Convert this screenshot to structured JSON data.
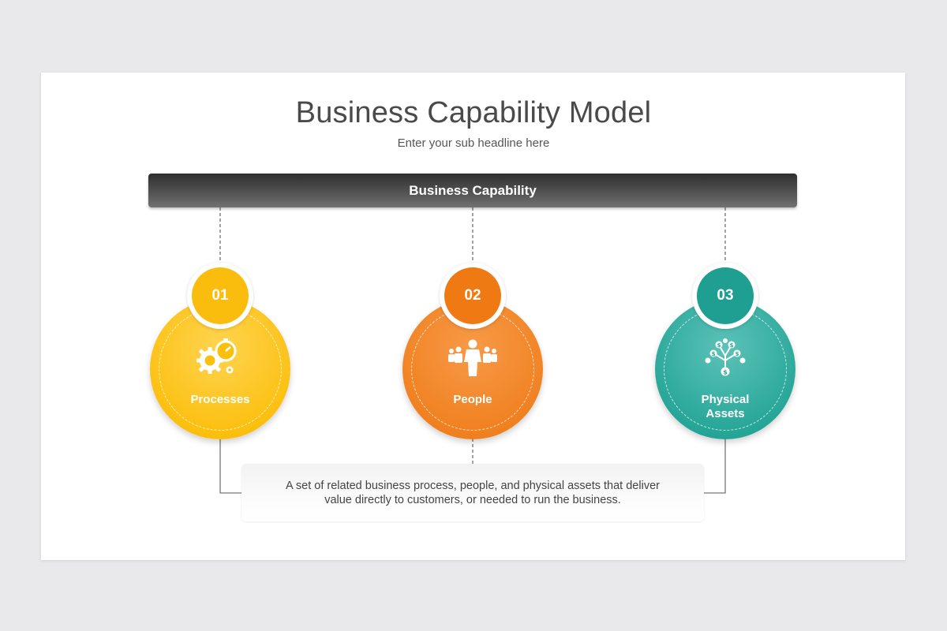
{
  "slide": {
    "title": "Business Capability Model",
    "subtitle": "Enter your sub headline here",
    "bar_label": "Business Capability",
    "description": "A set of related business process, people, and physical assets that deliver value directly to customers, or needed to run the business."
  },
  "capabilities": [
    {
      "number": "01",
      "label": "Processes",
      "icon": "gears-stopwatch-icon",
      "color": "#fbbf0e"
    },
    {
      "number": "02",
      "label": "People",
      "icon": "people-group-icon",
      "color": "#f0801f"
    },
    {
      "number": "03",
      "label": "Physical Assets",
      "label_lines": [
        "Physical",
        "Assets"
      ],
      "icon": "money-tree-icon",
      "color": "#25a597"
    }
  ]
}
